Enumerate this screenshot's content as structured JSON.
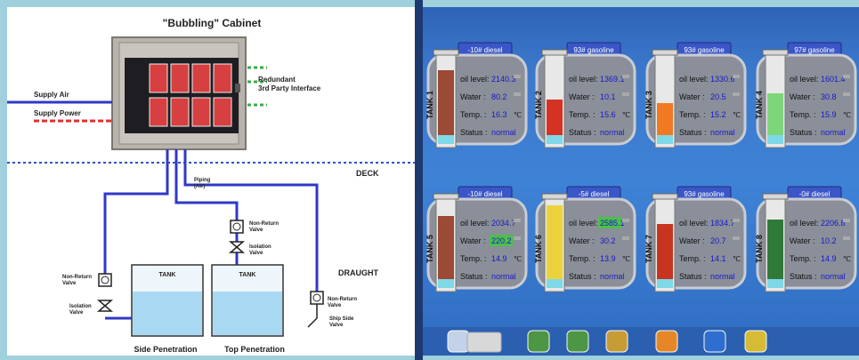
{
  "diagram": {
    "title": "\"Bubbling\" Cabinet",
    "labels": {
      "supply_air": "Supply Air",
      "supply_power": "Supply Power",
      "redundant": "Redundant",
      "third_party": "3rd Party Interface",
      "deck": "DECK",
      "piping": "Piping",
      "piping_air": "(Air)",
      "non_return_valve": "Non-Return\nValve",
      "isolation_valve": "Isolation\nValve",
      "tank": "TANK",
      "draught": "DRAUGHT",
      "ship_side_valve": "Ship Side\nValve",
      "side_penetration": "Side Penetration",
      "top_penetration": "Top Penetration"
    }
  },
  "tanks": [
    {
      "tank_label": "TANK",
      "number": "1",
      "fuel": "-10# diesel",
      "oil_level": "2140.3",
      "water": "80.2",
      "temp": "16.3",
      "status": "normal",
      "fill_color": "#9a4a35",
      "fill_level": 0.85,
      "oil_highlight": "",
      "water_highlight": ""
    },
    {
      "tank_label": "TANK",
      "number": "2",
      "fuel": "93# gasoline",
      "oil_level": "1369.1",
      "water": "10.1",
      "temp": "15.6",
      "status": "normal",
      "fill_color": "#d43224",
      "fill_level": 0.47,
      "oil_highlight": "",
      "water_highlight": ""
    },
    {
      "tank_label": "TANK",
      "number": "3",
      "fuel": "93# gasoline",
      "oil_level": "1330.6",
      "water": "20.5",
      "temp": "15.2",
      "status": "normal",
      "fill_color": "#f07a24",
      "fill_level": 0.42,
      "oil_highlight": "",
      "water_highlight": ""
    },
    {
      "tank_label": "TANK",
      "number": "4",
      "fuel": "97# gasoline",
      "oil_level": "1601.4",
      "water": "30.8",
      "temp": "15.9",
      "status": "normal",
      "fill_color": "#7ed67a",
      "fill_level": 0.55,
      "oil_highlight": "",
      "water_highlight": ""
    },
    {
      "tank_label": "TANK",
      "number": "5",
      "fuel": "-10# diesel",
      "oil_level": "2034.7",
      "water": "220.2",
      "temp": "14.9",
      "status": "normal",
      "fill_color": "#9a4a35",
      "fill_level": 0.82,
      "oil_highlight": "",
      "water_highlight": "#4dbf4d"
    },
    {
      "tank_label": "TANK",
      "number": "6",
      "fuel": "-5# diesel",
      "oil_level": "2585.1",
      "water": "30.2",
      "temp": "13.9",
      "status": "normal",
      "fill_color": "#ecd23a",
      "fill_level": 0.97,
      "oil_highlight": "#4dbf4d",
      "water_highlight": ""
    },
    {
      "tank_label": "TANK",
      "number": "7",
      "fuel": "93# gasoline",
      "oil_level": "1834.7",
      "water": "20.7",
      "temp": "14.1",
      "status": "normal",
      "fill_color": "#c7341f",
      "fill_level": 0.72,
      "oil_highlight": "",
      "water_highlight": ""
    },
    {
      "tank_label": "TANK",
      "number": "8",
      "fuel": "-0# diesel",
      "oil_level": "2206.8",
      "water": "10.2",
      "temp": "14.9",
      "status": "normal",
      "fill_color": "#2f7a3a",
      "fill_level": 0.78,
      "oil_highlight": "",
      "water_highlight": ""
    }
  ],
  "field_labels": {
    "oil": "oil level:",
    "water": "Water :",
    "temp": "Temp. :",
    "status": "Status :",
    "unit": "℃"
  },
  "taskbar": [
    "start-icon",
    "blank-button",
    "folder-icon",
    "folder-icon",
    "grid-icon",
    "media-icon",
    "user-icon",
    "browser-icon"
  ],
  "colors": {
    "screen_bg": "#3e82d6",
    "card_bg": "#8a8f99",
    "card_header": "#3a56c8",
    "value_text": "#1a18c8"
  }
}
